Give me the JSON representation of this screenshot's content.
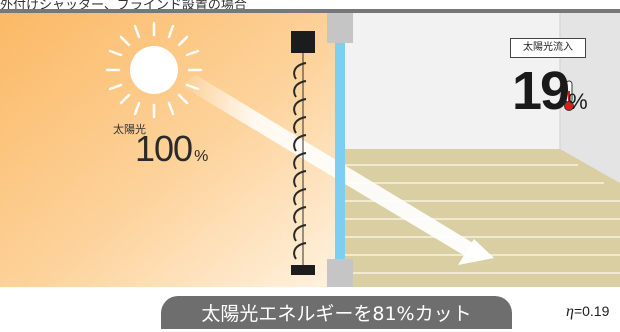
{
  "caption": "外付けシャッター、ブラインド設置の場合",
  "sunlight": {
    "label": "太陽光",
    "value": "100",
    "unit": "%"
  },
  "inflow": {
    "label": "太陽光流入",
    "value": "19",
    "unit": "%"
  },
  "badge": "太陽光エネルギーを81%カット",
  "eta": {
    "symbol": "η",
    "value": "=0.19"
  },
  "colors": {
    "sunlight_bg": "#fcc47c",
    "glass": "#7ccff3",
    "floor": "#d9cfa2",
    "room_wall": "#f2f2f2",
    "badge": "#6e6e6e"
  }
}
